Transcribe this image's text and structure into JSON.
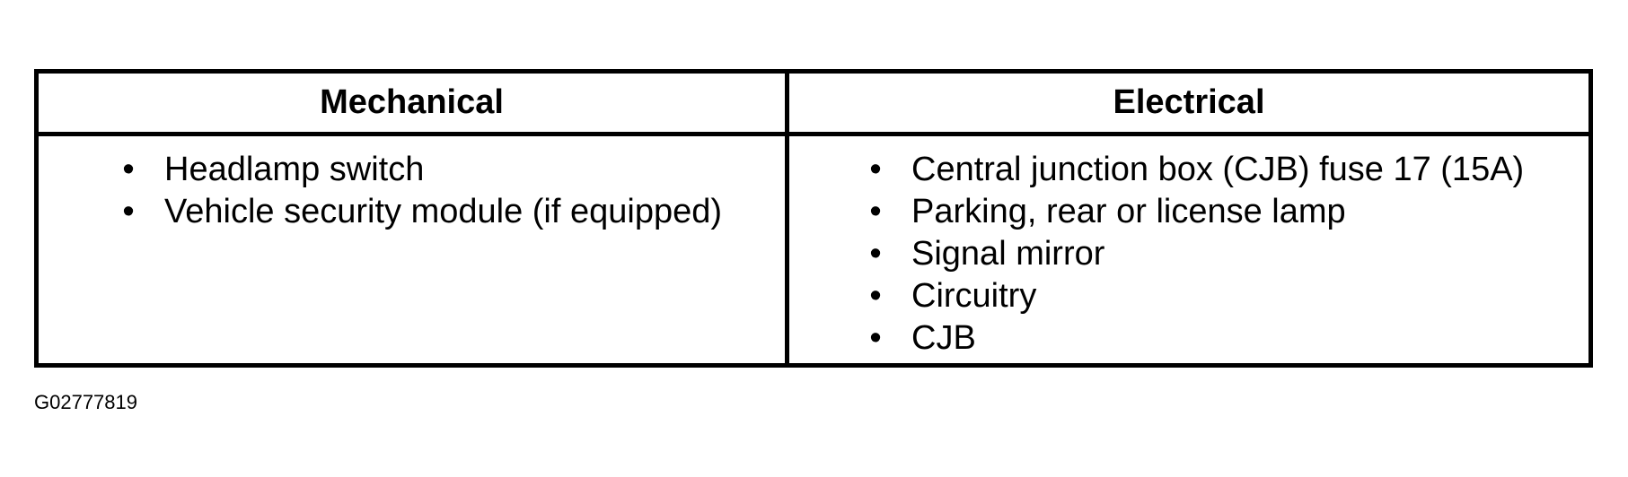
{
  "table": {
    "columns": [
      {
        "header": "Mechanical",
        "items": [
          "Headlamp switch",
          "Vehicle security module (if equipped)"
        ]
      },
      {
        "header": "Electrical",
        "items": [
          "Central junction box (CJB) fuse 17 (15A)",
          "Parking, rear or license lamp",
          "Signal mirror",
          "Circuitry",
          "CJB"
        ]
      }
    ]
  },
  "bullet_glyph": "•",
  "figure_id": "G02777819"
}
